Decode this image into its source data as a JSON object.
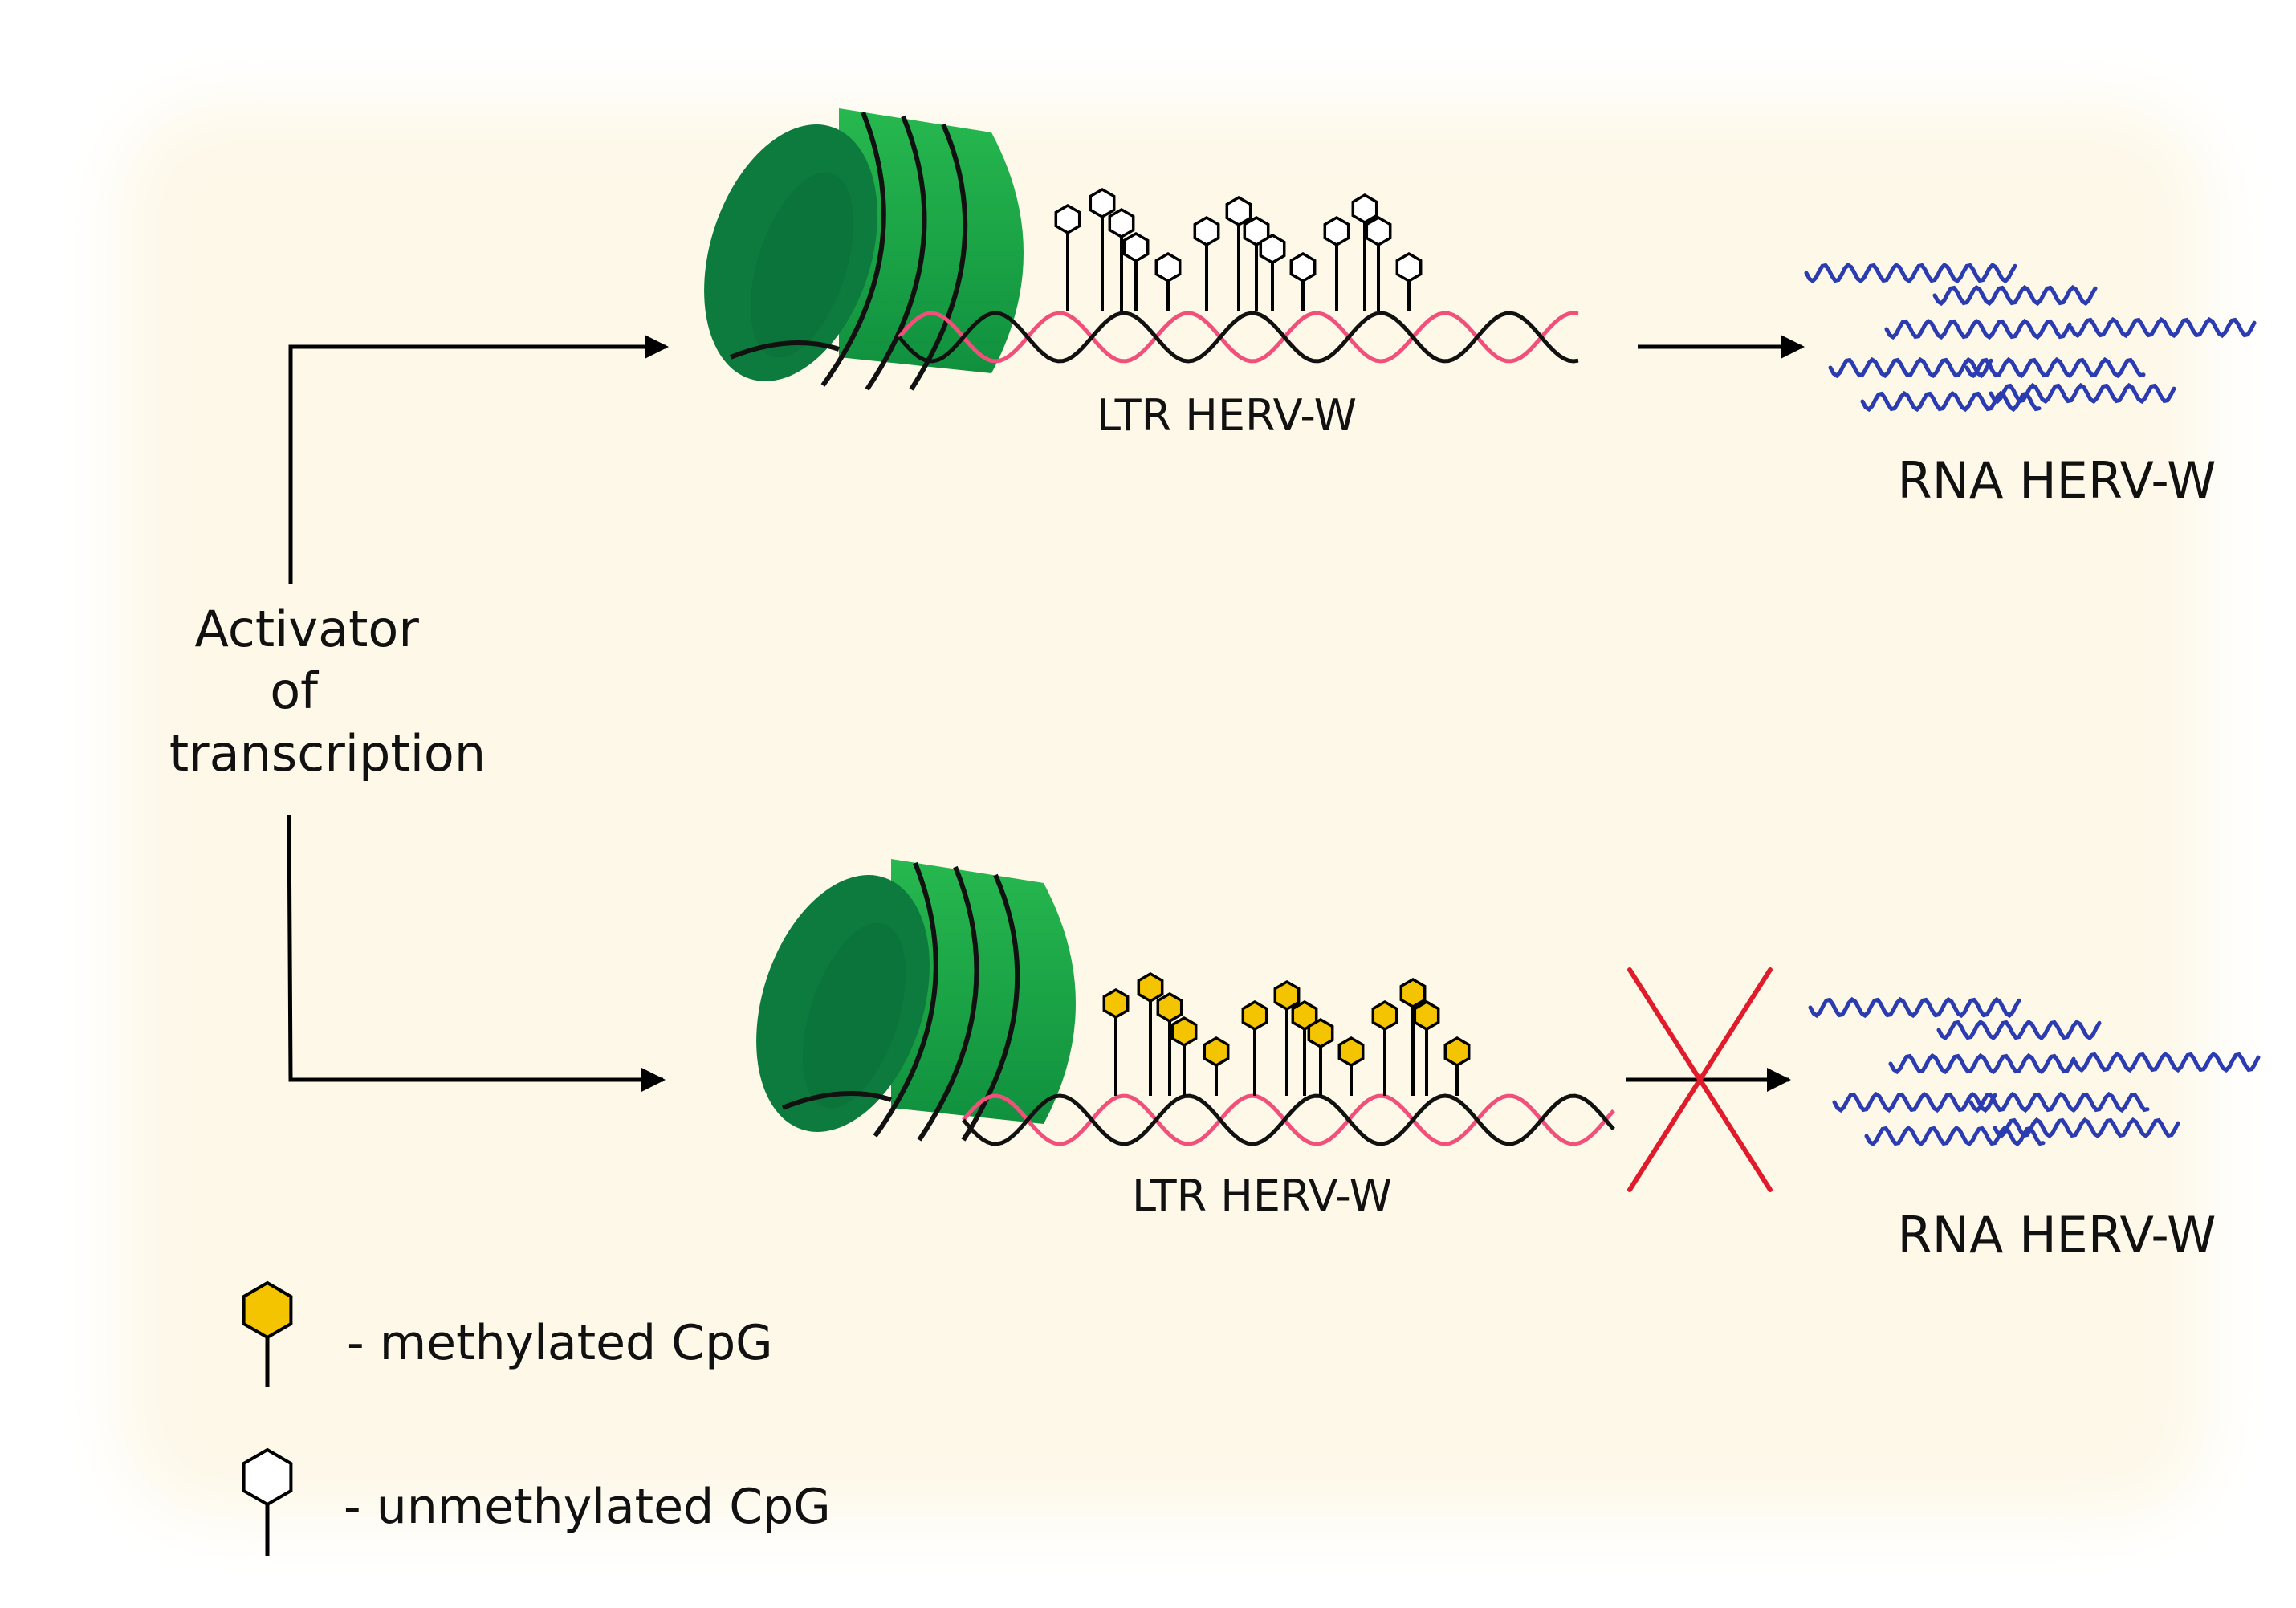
{
  "activator_label": [
    "Activator",
    "of",
    "transcription"
  ],
  "top_pathway": {
    "ltr_label": "LTR HERV-W",
    "rna_label": "RNA HERV-W",
    "cpg_state": "unmethylated",
    "transcription": "active"
  },
  "bottom_pathway": {
    "ltr_label": "LTR HERV-W",
    "rna_label": "RNA HERV-W",
    "cpg_state": "methylated",
    "transcription": "blocked"
  },
  "legend": [
    {
      "label": "- methylated CpG",
      "symbol": "methylated",
      "icon": "methylated-cpg-icon"
    },
    {
      "label": "- unmethylated CpG",
      "symbol": "unmethylated",
      "icon": "unmethylated-cpg-icon"
    }
  ],
  "colors": {
    "background": "#fdf8e8",
    "nucleosome_dark": "#0d7a3e",
    "nucleosome_light": "#22b04a",
    "dna_strand_a": "#111111",
    "dna_strand_b": "#f0507a",
    "methyl_fill": "#f5c400",
    "unmethyl_fill": "#ffffff",
    "rna": "#2b3bb0",
    "block_x": "#e01b2b"
  }
}
